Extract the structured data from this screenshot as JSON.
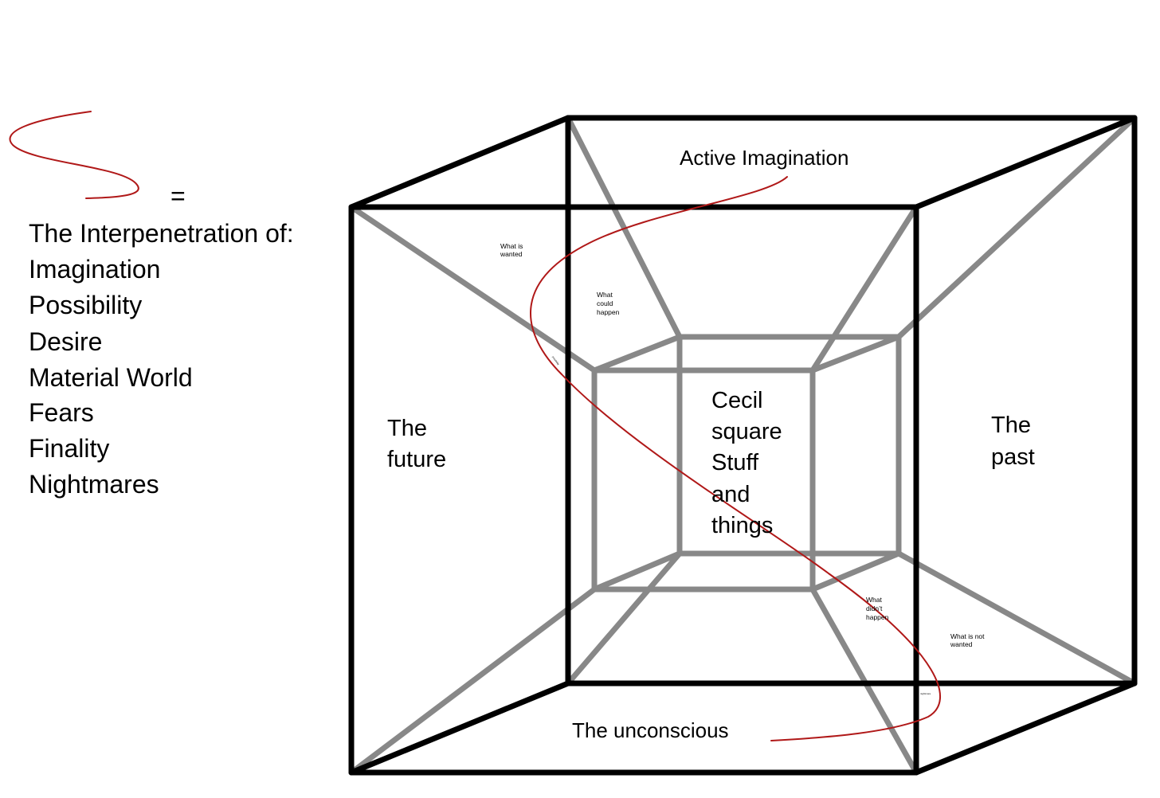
{
  "legend": {
    "equals": "=",
    "heading": "The Interpenetration of:",
    "items": [
      "Imagination",
      "Possibility",
      "Desire",
      "Material World",
      "Fears",
      "Finality",
      "Nightmares"
    ]
  },
  "labels": {
    "active_imagination": "Active Imagination",
    "future": [
      "The",
      "future"
    ],
    "past": [
      "The",
      "past"
    ],
    "center": [
      "Cecil",
      "square",
      "Stuff",
      "and",
      "things"
    ],
    "unconscious": "The unconscious",
    "what_is_wanted": [
      "What is",
      "wanted"
    ],
    "what_could_happen": [
      "What",
      "could",
      "happen"
    ],
    "what_didnt_happen": [
      "What",
      "didn’t",
      "happen"
    ],
    "what_is_not_wanted": [
      "What is not",
      "wanted"
    ],
    "tiny_upper": "possibility",
    "tiny_lower": "nightmare"
  },
  "colors": {
    "outer_edge": "#000000",
    "inner_edge": "#888888",
    "curve": "#b01818",
    "text": "#000000"
  }
}
